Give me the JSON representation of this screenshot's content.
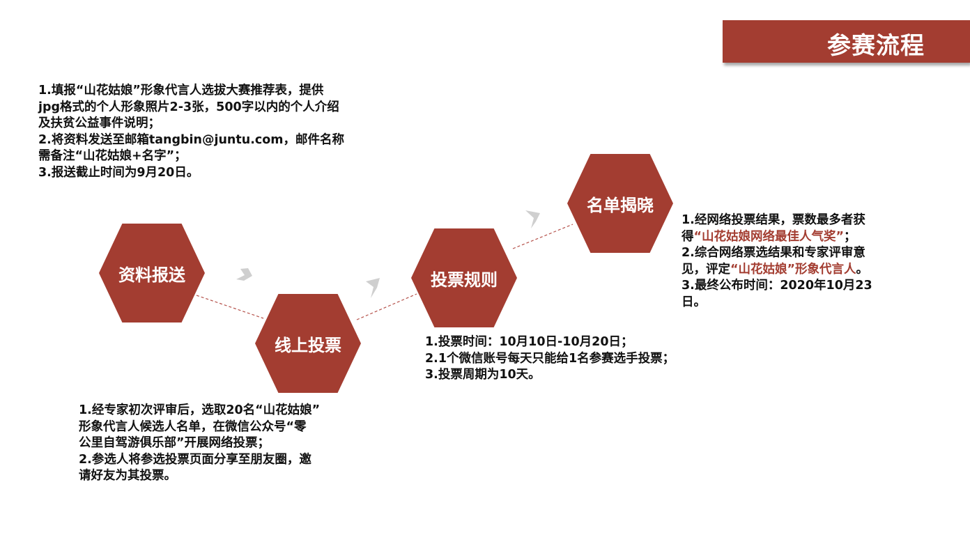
{
  "title": "参赛流程",
  "steps": [
    {
      "label": "资料报送",
      "lines": [
        "1.填报“山花姑娘”形象代言人选拔大赛推荐表，提供",
        "jpg格式的个人形象照片2-3张，500字以内的个人介绍",
        "及扶贫公益事件说明；",
        "2.将资料发送至邮箱tangbin@juntu.com，邮件名称",
        "需备注“山花姑娘+名字”；",
        "3.报送截止时间为9月20日。"
      ]
    },
    {
      "label": "线上投票",
      "lines": [
        "1.经专家初次评审后，选取20名“山花姑娘”",
        "形象代言人候选人名单，在微信公众号“零",
        "公里自驾游俱乐部”开展网络投票；",
        "2.参选人将参选投票页面分享至朋友圈，邀",
        "请好友为其投票。"
      ]
    },
    {
      "label": "投票规则",
      "lines": [
        "1.投票时间：10月10日-10月20日；",
        "2.1个微信账号每天只能给1名参赛选手投票；",
        "3.投票周期为10天。"
      ]
    },
    {
      "label": "名单揭晓",
      "l1": "1.经网络投票结果，票数最多者获",
      "l2a": "得",
      "l2b": "“山花姑娘网络最佳人气奖”",
      "l2c": "；",
      "l3": "2.综合网络票选结果和专家评审意",
      "l4a": "见，评定",
      "l4b": "“山花姑娘”形象代言人",
      "l4c": "。",
      "l5": "3.最终公布时间：2020年10月23",
      "l6": "日。"
    }
  ],
  "colors": {
    "accent": "#a33d31",
    "arrow": "#cfcfcf"
  }
}
